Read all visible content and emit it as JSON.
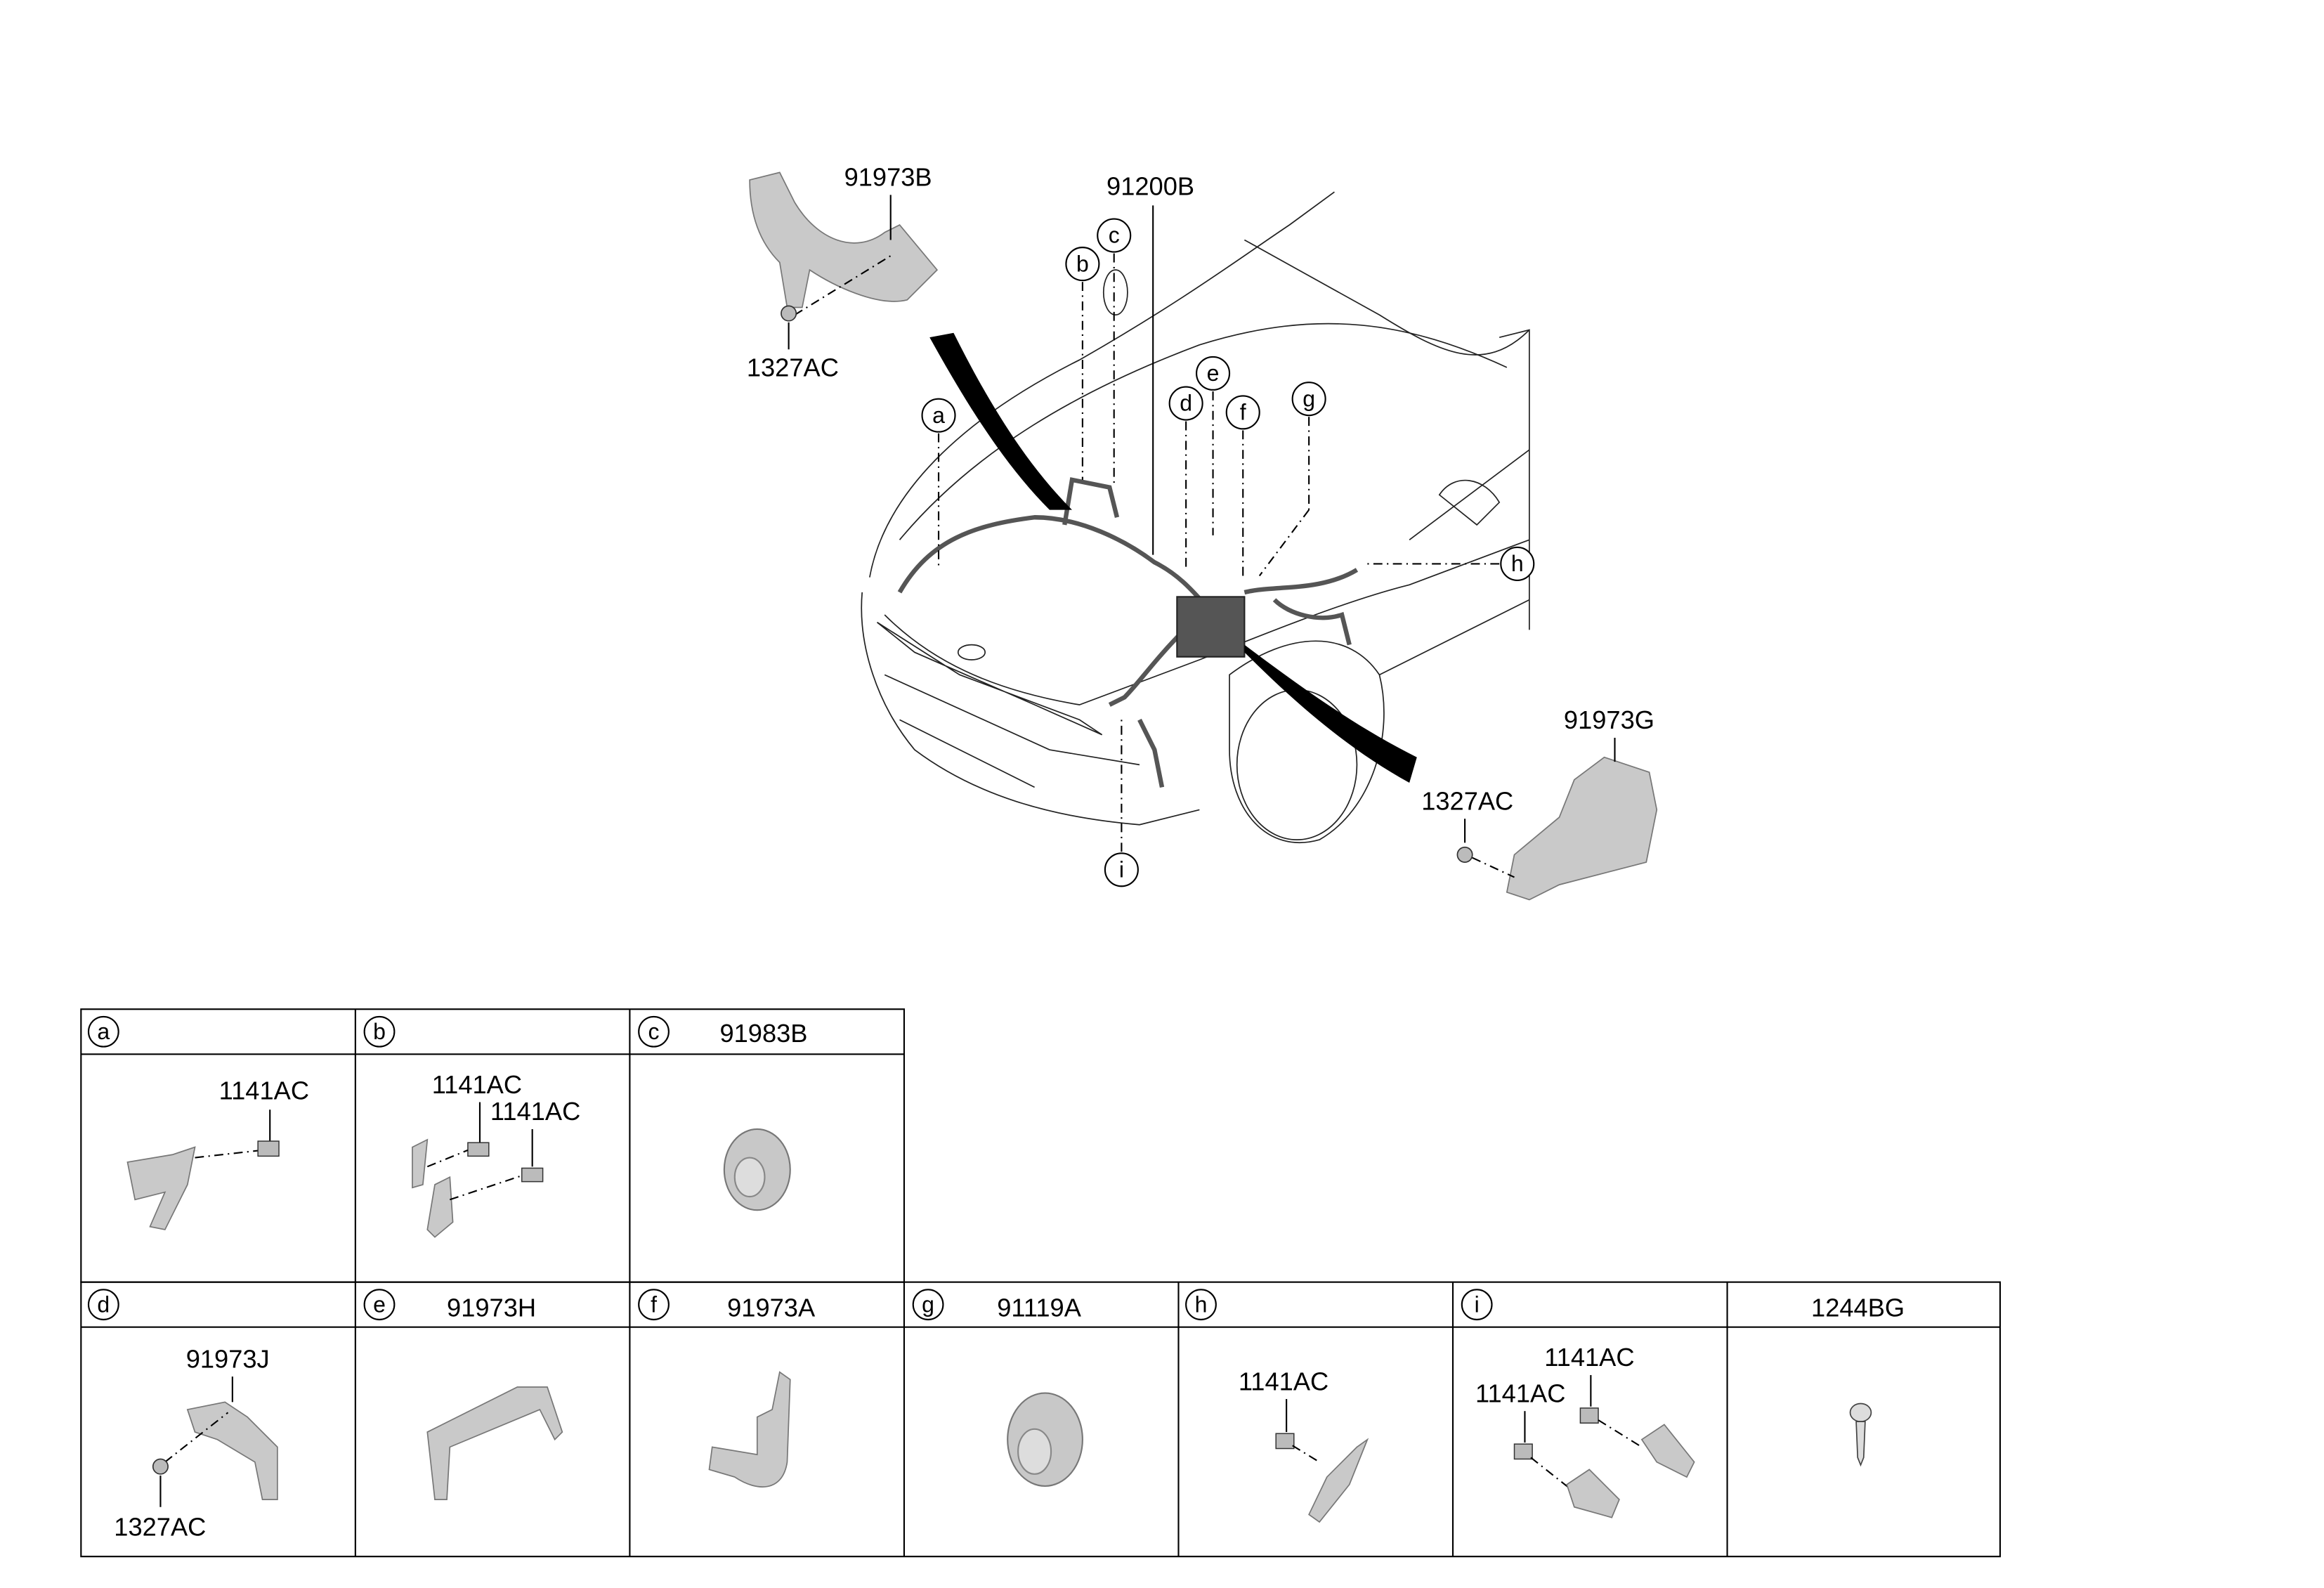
{
  "diagram": {
    "main_labels": {
      "harness": "91200B",
      "protector_top": "91973B",
      "nut_top": "1327AC",
      "protector_right": "91973G",
      "nut_right": "1327AC"
    },
    "callouts": [
      "a",
      "b",
      "c",
      "d",
      "e",
      "f",
      "g",
      "h",
      "i"
    ]
  },
  "parts_table": {
    "row1": [
      {
        "letter": "a",
        "part": "",
        "labels": [
          "1141AC"
        ]
      },
      {
        "letter": "b",
        "part": "",
        "labels": [
          "1141AC",
          "1141AC"
        ]
      },
      {
        "letter": "c",
        "part": "91983B",
        "labels": []
      }
    ],
    "row2": [
      {
        "letter": "d",
        "part": "",
        "labels": [
          "91973J",
          "1327AC"
        ]
      },
      {
        "letter": "e",
        "part": "91973H",
        "labels": []
      },
      {
        "letter": "f",
        "part": "91973A",
        "labels": []
      },
      {
        "letter": "g",
        "part": "91119A",
        "labels": []
      },
      {
        "letter": "h",
        "part": "",
        "labels": [
          "1141AC"
        ]
      },
      {
        "letter": "i",
        "part": "",
        "labels": [
          "1141AC",
          "1141AC"
        ]
      },
      {
        "letter": "",
        "part": "1244BG",
        "labels": []
      }
    ]
  }
}
